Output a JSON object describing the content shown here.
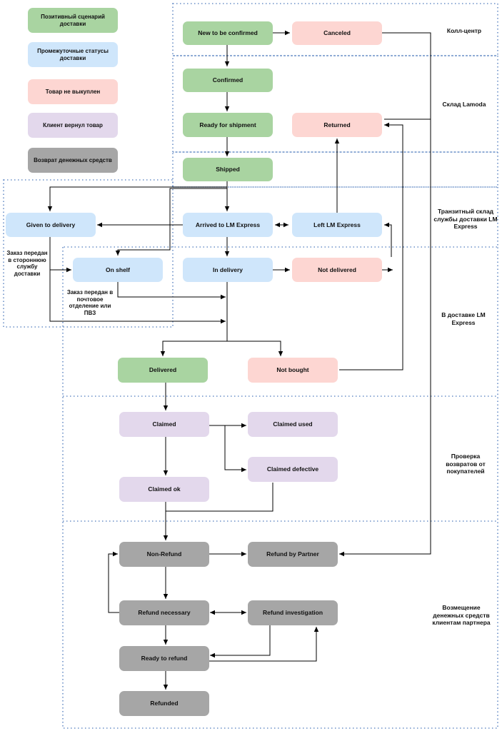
{
  "legend": [
    {
      "label": "Позитивный сценарий доставки",
      "color": "#a9d4a1"
    },
    {
      "label": "Промежуточные статусы доставки",
      "color": "#cfe6fb"
    },
    {
      "label": "Товар не выкуплен",
      "color": "#fdd6d2"
    },
    {
      "label": "Клиент вернул товар",
      "color": "#e3d8ec"
    },
    {
      "label": "Возврат денежных средств",
      "color": "#a6a6a6"
    }
  ],
  "zones": {
    "call_center": "Колл-центр",
    "lamoda_warehouse": "Склад Lamoda",
    "transit_warehouse": "Транзитный склад службы доставки LM Express",
    "in_delivery": "В доставке LM Express",
    "returns_check": "Проверка возвратов от покупателей",
    "refunds": "Возмещение денежных средств клиентам партнера"
  },
  "notes": {
    "third_party": "Заказ передан в стороннюю службу доставки",
    "post_office": "Заказ передан в почтовое отделение или ПВЗ"
  },
  "statuses": {
    "new_to_be_confirmed": "New to be confirmed",
    "canceled": "Canceled",
    "confirmed": "Confirmed",
    "ready_for_shipment": "Ready for shipment",
    "returned": "Returned",
    "shipped": "Shipped",
    "given_to_delivery": "Given to delivery",
    "arrived_to_lm_express": "Arrived to LM Express",
    "left_lm_express": "Left LM Express",
    "on_shelf": "On shelf",
    "in_delivery": "In delivery",
    "not_delivered": "Not delivered",
    "delivered": "Delivered",
    "not_bought": "Not bought",
    "claimed": "Claimed",
    "claimed_used": "Claimed used",
    "claimed_defective": "Claimed defective",
    "claimed_ok": "Claimed ok",
    "non_refund": "Non-Refund",
    "refund_by_partner": "Refund by Partner",
    "refund_necessary": "Refund necessary",
    "refund_investigation": "Refund investigation",
    "ready_to_refund": "Ready to refund",
    "refunded": "Refunded"
  },
  "colors": {
    "positive": "#a9d4a1",
    "intermediate": "#cfe6fb",
    "not_bought": "#fdd6d2",
    "returned_by_client": "#e3d8ec",
    "refund": "#a6a6a6",
    "zone_border": "#6a8fc7"
  }
}
